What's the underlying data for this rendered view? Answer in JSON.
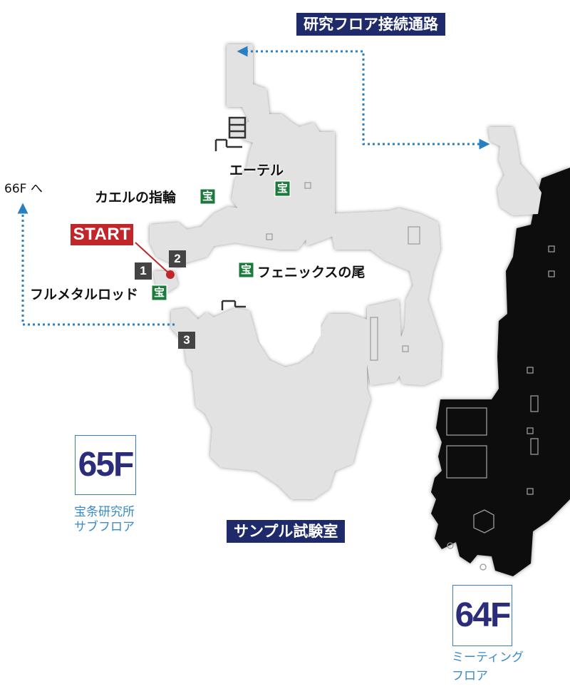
{
  "regions": {
    "research_corridor": "研究フロア接続通路",
    "sample_lab": "サンプル試験室"
  },
  "start_label": "START",
  "entrances": [
    "1",
    "2",
    "3"
  ],
  "treasure_icon_text": "宝",
  "treasures": {
    "ether": "エーテル",
    "frog_ring": "カエルの指輪",
    "phoenix_tail": "フェニックスの尾",
    "full_metal_rod": "フルメタルロッド"
  },
  "links": {
    "to_66f": "66F へ"
  },
  "floors": {
    "current": {
      "number": "65F",
      "name_line1": "宝条研究所",
      "name_line2": "サブフロア"
    },
    "lower": {
      "number": "64F",
      "name_line1": "ミーティング",
      "name_line2": "フロア"
    }
  },
  "colors": {
    "room_fill": "#e2e2e2",
    "other_floor": "#0a0a0a",
    "navy_label": "#1f2a6b",
    "start_red": "#c1262b",
    "treasure_green": "#1c7a3c",
    "route_blue": "#2a7fc0",
    "floor_blue": "#2b2c7a"
  }
}
